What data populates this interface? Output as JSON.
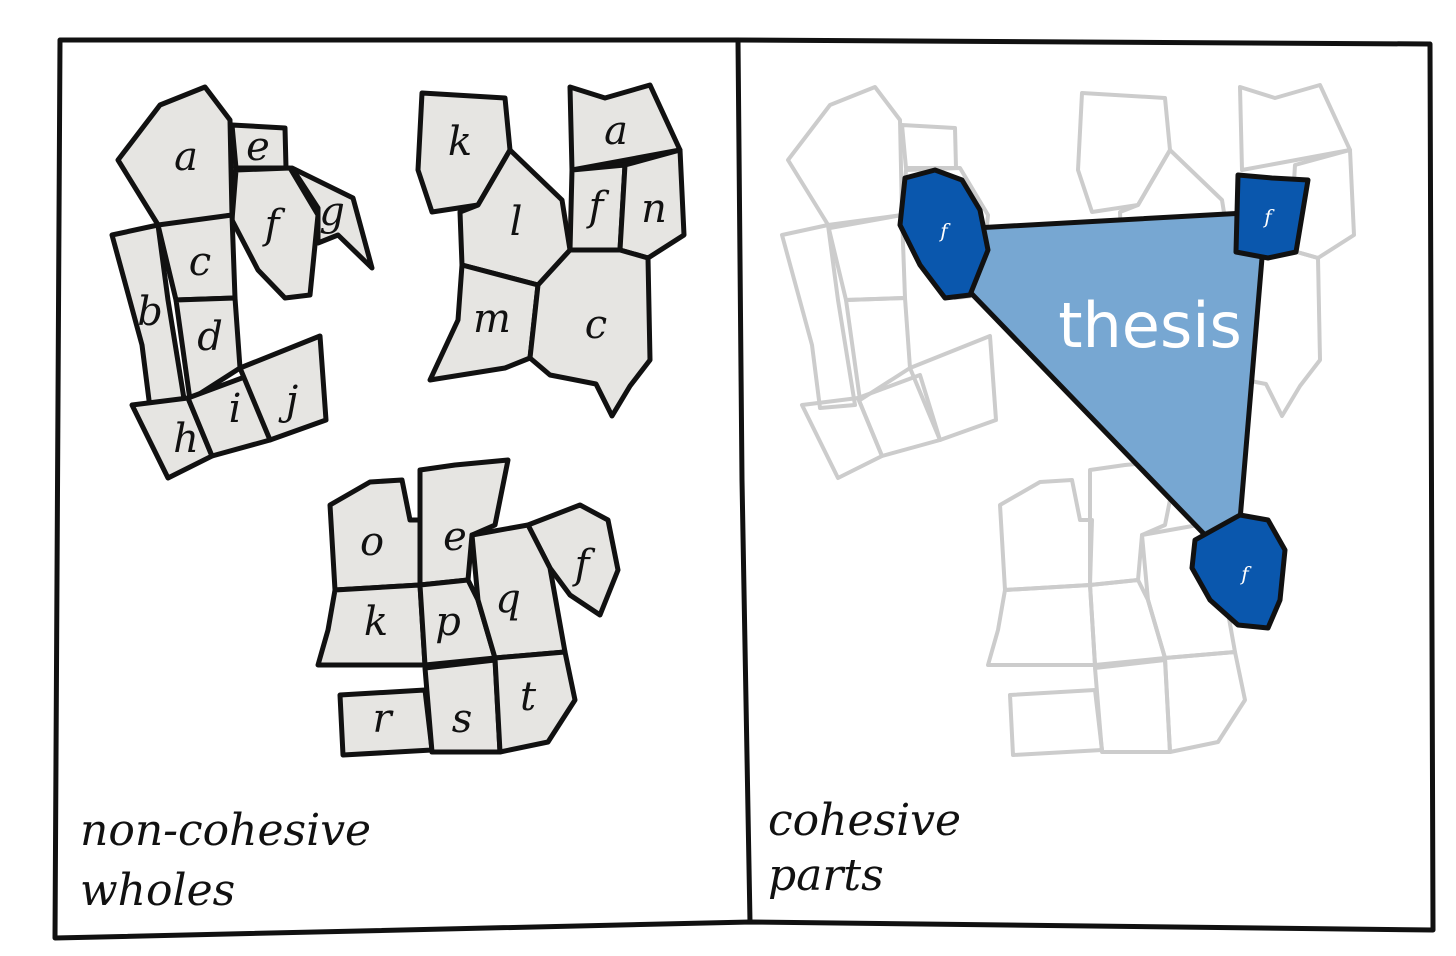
{
  "panels": {
    "left": {
      "caption_line1": "non-cohesive",
      "caption_line2": "wholes"
    },
    "right": {
      "caption_line1": "cohesive",
      "caption_line2": "parts",
      "thesis_label": "thesis",
      "piece_label": "f"
    }
  },
  "clusters": [
    {
      "cells": [
        "a",
        "e",
        "f",
        "g",
        "b",
        "c",
        "d",
        "h",
        "i",
        "j"
      ]
    },
    {
      "cells": [
        "k",
        "a",
        "l",
        "f",
        "n",
        "m",
        "c"
      ]
    },
    {
      "cells": [
        "o",
        "e",
        "f",
        "k",
        "p",
        "q",
        "r",
        "s",
        "t"
      ]
    }
  ],
  "colors": {
    "piece_fill": "#e6e5e2",
    "ink": "#111111",
    "ghost": "#cccccc",
    "thesis_fill": "#77a7d2",
    "piece_blue": "#0a57ad"
  }
}
